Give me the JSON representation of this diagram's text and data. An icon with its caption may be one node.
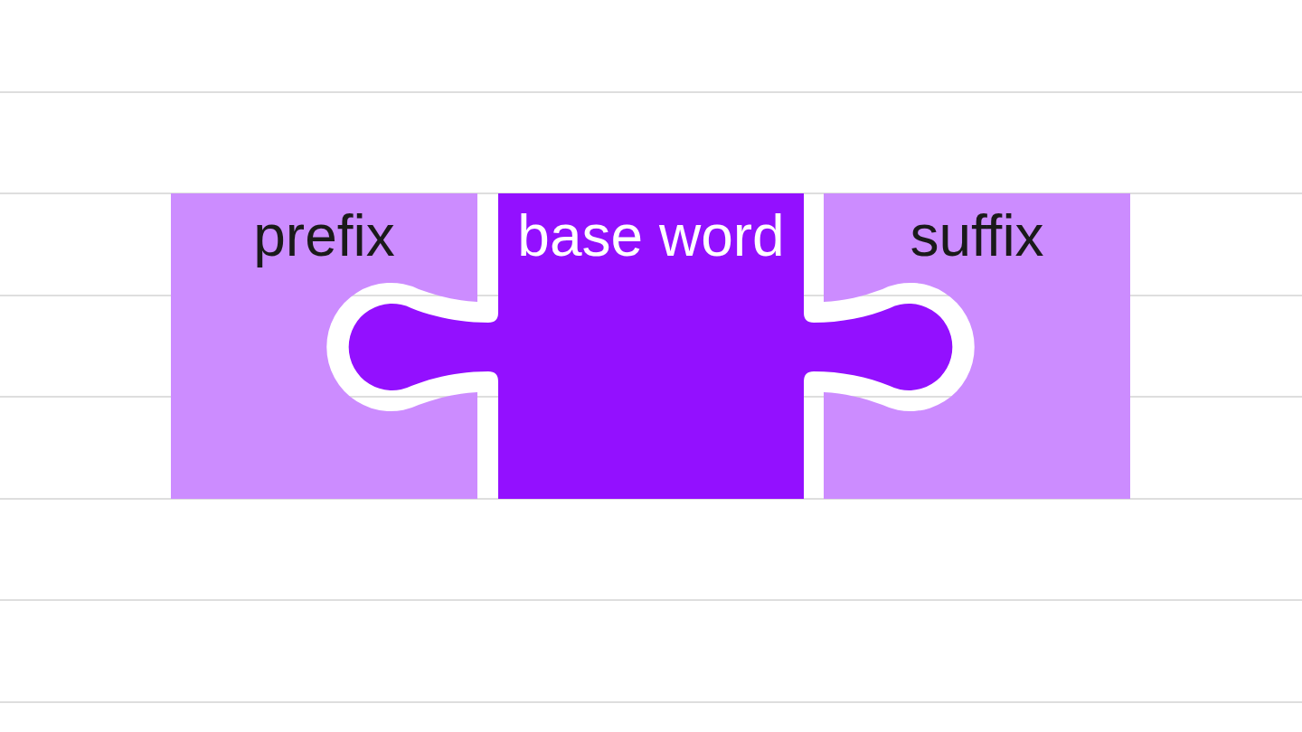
{
  "diagram": {
    "nodes": [
      {
        "text": [
          "prefix"
        ]
      },
      {
        "text": [
          "base word"
        ]
      },
      {
        "text": [
          "suffix"
        ]
      }
    ]
  }
}
